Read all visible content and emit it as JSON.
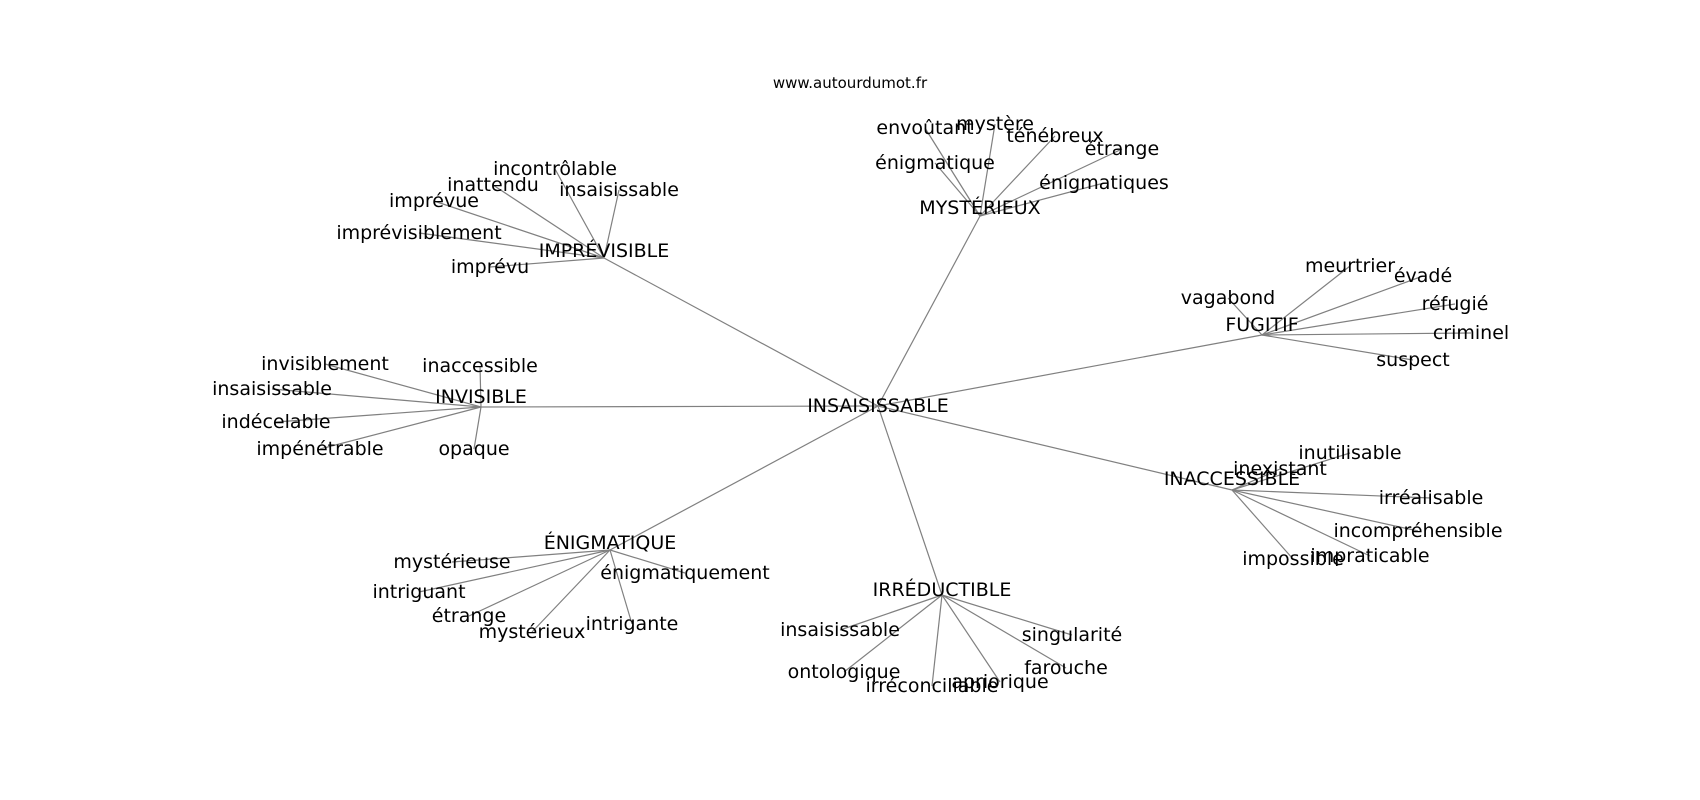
{
  "source": "www.autourdumot.fr",
  "center": "INSAISISSABLE",
  "clusters": [
    {
      "label": "MYSTÉRIEUX",
      "words": [
        "envoûtant",
        "mystère",
        "ténébreux",
        "étrange",
        "énigmatique",
        "énigmatiques"
      ]
    },
    {
      "label": "IMPRÉVISIBLE",
      "words": [
        "incontrôlable",
        "inattendu",
        "insaisissable",
        "imprévue",
        "imprévisiblement",
        "imprévu"
      ]
    },
    {
      "label": "FUGITIF",
      "words": [
        "meurtrier",
        "évadé",
        "vagabond",
        "réfugié",
        "criminel",
        "suspect"
      ]
    },
    {
      "label": "INVISIBLE",
      "words": [
        "invisiblement",
        "inaccessible",
        "insaisissable",
        "indécelable",
        "impénétrable",
        "opaque"
      ]
    },
    {
      "label": "INACCESSIBLE",
      "words": [
        "inutilisable",
        "inexistant",
        "irréalisable",
        "incompréhensible",
        "impossible",
        "impraticable"
      ]
    },
    {
      "label": "ÉNIGMATIQUE",
      "words": [
        "mystérieuse",
        "énigmatiquement",
        "intriguant",
        "étrange",
        "mystérieux",
        "intrigante"
      ]
    },
    {
      "label": "IRRÉDUCTIBLE",
      "words": [
        "insaisissable",
        "singularité",
        "ontologique",
        "farouche",
        "irréconciliable",
        "apriorique"
      ]
    }
  ]
}
